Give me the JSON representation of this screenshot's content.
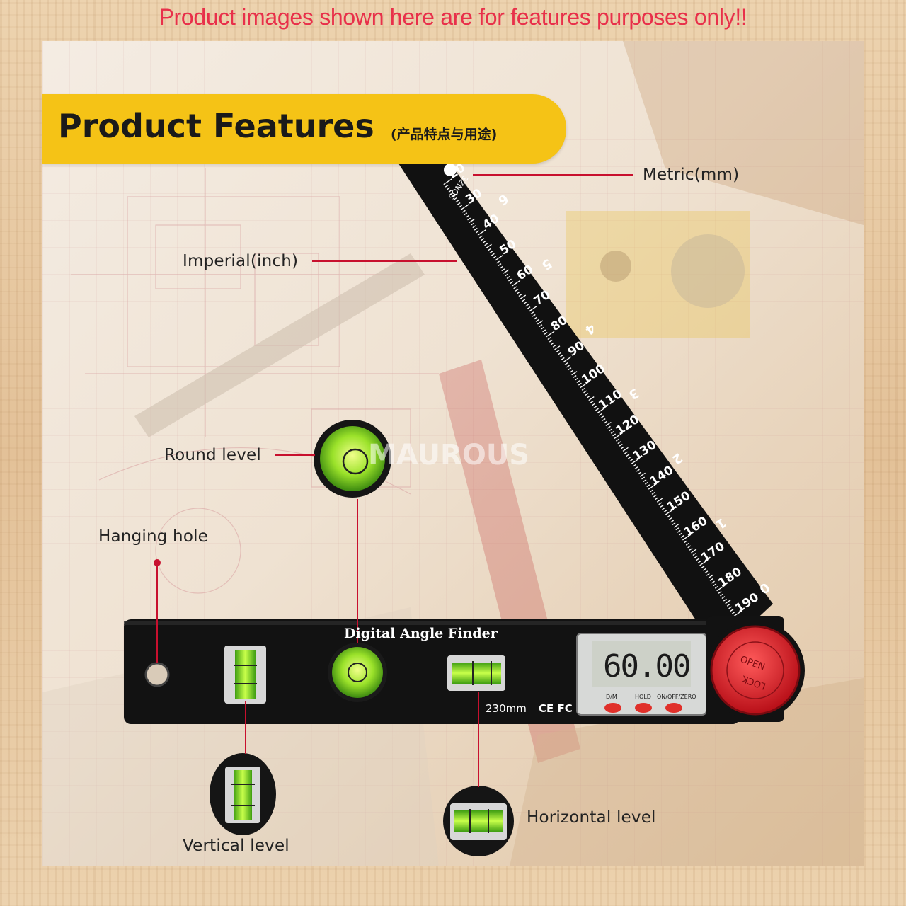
{
  "notice": "Product images shown here are for features purposes only!!",
  "header": {
    "title": "Product Features",
    "subtitle": "(产品特点与用途)"
  },
  "labels": {
    "metric": "Metric(mm)",
    "imperial": "Imperial(inch)",
    "round_level": "Round level",
    "hanging_hole": "Hanging hole",
    "vertical_level": "Vertical level",
    "horizontal_level": "Horizontal level"
  },
  "tool": {
    "name": "Digital Angle Finder",
    "length": "230mm",
    "cert": "CE FC",
    "display_value": "60.00",
    "buttons": [
      "D/M",
      "HOLD",
      "ON/OFF/ZERO"
    ],
    "knob_text_top": "OPEN",
    "knob_text_bottom": "LOCK",
    "watermark": "MAUROUS",
    "arm_brand": "3ZNOS",
    "metric_scale": [
      "20",
      "30",
      "40",
      "50",
      "60",
      "70",
      "80",
      "90",
      "100",
      "110",
      "120",
      "130",
      "140",
      "150",
      "160",
      "170",
      "180",
      "190"
    ],
    "inch_scale": [
      "6",
      "5",
      "4",
      "3",
      "2",
      "1",
      "0"
    ]
  },
  "colors": {
    "notice": "#e8304a",
    "header_band": "#f5c316",
    "leader_line": "#c8102e",
    "tool_body": "#111111",
    "knob": "#e0202a",
    "bubble": "#9be22a"
  }
}
